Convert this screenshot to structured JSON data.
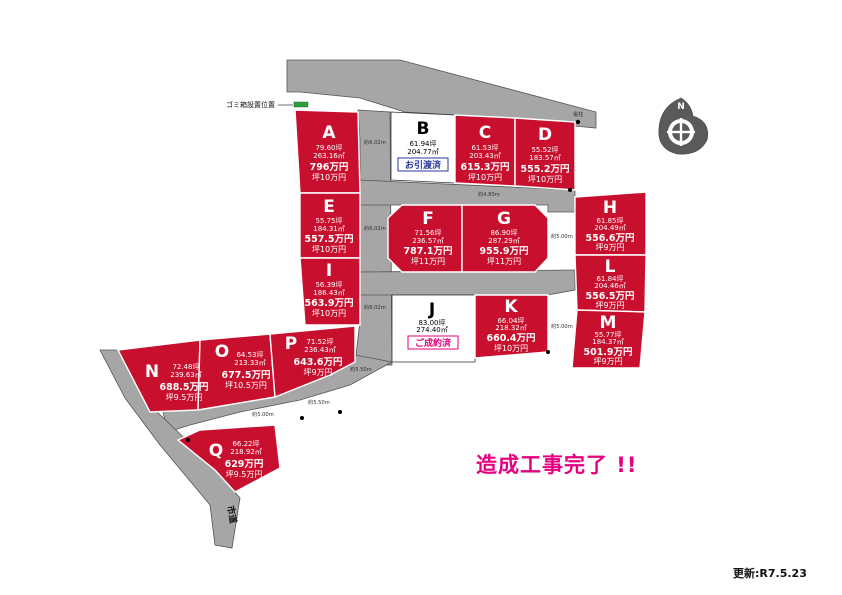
{
  "headline": "造成工事完了 !!",
  "updated": "更新:R7.5.23",
  "legend_label": "ゴミ箱設置位置",
  "road_label": "市道",
  "compass_label": "N",
  "pole_label": "電柱",
  "colors": {
    "lot_fill": "#c8102e",
    "sold_fill": "#ffffff",
    "road": "#a6a6a6",
    "headline": "#e4007f",
    "badge_sold": "#2a3a9c",
    "badge_contract": "#e4007f",
    "gomi_marker": "#2e9e3e"
  },
  "dimensions": {
    "d1": "約6.02m",
    "d2": "約6.02m",
    "d3": "約6.02m",
    "d4": "約4.80m",
    "d5": "約5.00m",
    "d6": "約5.00m",
    "d7": "約5.00m",
    "d8": "約5.50m",
    "d9": "約5.50m"
  },
  "lots": {
    "A": {
      "letter": "A",
      "tsubo": "79.60坪",
      "sqm": "263.16㎡",
      "price": "796万円",
      "per_tsubo": "坪10万円"
    },
    "B": {
      "letter": "B",
      "tsubo": "61.94坪",
      "sqm": "204.77㎡",
      "status": "お引渡済"
    },
    "C": {
      "letter": "C",
      "tsubo": "61.53坪",
      "sqm": "203.43㎡",
      "price": "615.3万円",
      "per_tsubo": "坪10万円"
    },
    "D": {
      "letter": "D",
      "tsubo": "55.52坪",
      "sqm": "183.57㎡",
      "price": "555.2万円",
      "per_tsubo": "坪10万円"
    },
    "E": {
      "letter": "E",
      "tsubo": "55.75坪",
      "sqm": "184.31㎡",
      "price": "557.5万円",
      "per_tsubo": "坪10万円"
    },
    "F": {
      "letter": "F",
      "tsubo": "71.56坪",
      "sqm": "236.57㎡",
      "price": "787.1万円",
      "per_tsubo": "坪11万円"
    },
    "G": {
      "letter": "G",
      "tsubo": "86.90坪",
      "sqm": "287.29㎡",
      "price": "955.9万円",
      "per_tsubo": "坪11万円"
    },
    "H": {
      "letter": "H",
      "tsubo": "61.85坪",
      "sqm": "204.49㎡",
      "price": "556.6万円",
      "per_tsubo": "坪9万円"
    },
    "I": {
      "letter": "I",
      "tsubo": "56.39坪",
      "sqm": "186.43㎡",
      "price": "563.9万円",
      "per_tsubo": "坪10万円"
    },
    "J": {
      "letter": "J",
      "tsubo": "83.00坪",
      "sqm": "274.40㎡",
      "status": "ご成約済"
    },
    "K": {
      "letter": "K",
      "tsubo": "66.04坪",
      "sqm": "218.32㎡",
      "price": "660.4万円",
      "per_tsubo": "坪10万円"
    },
    "L": {
      "letter": "L",
      "tsubo": "61.84坪",
      "sqm": "204.46㎡",
      "price": "556.5万円",
      "per_tsubo": "坪9万円"
    },
    "M": {
      "letter": "M",
      "tsubo": "55.77坪",
      "sqm": "184.37㎡",
      "price": "501.9万円",
      "per_tsubo": "坪9万円"
    },
    "N": {
      "letter": "N",
      "tsubo": "72.48坪",
      "sqm": "239.63㎡",
      "price": "688.5万円",
      "per_tsubo": "坪9.5万円"
    },
    "O": {
      "letter": "O",
      "tsubo": "64.53坪",
      "sqm": "213.33㎡",
      "price": "677.5万円",
      "per_tsubo": "坪10.5万円"
    },
    "P": {
      "letter": "P",
      "tsubo": "71.52坪",
      "sqm": "236.43㎡",
      "price": "643.6万円",
      "per_tsubo": "坪9万円"
    },
    "Q": {
      "letter": "Q",
      "tsubo": "66.22坪",
      "sqm": "218.92㎡",
      "price": "629万円",
      "per_tsubo": "坪9.5万円"
    }
  }
}
